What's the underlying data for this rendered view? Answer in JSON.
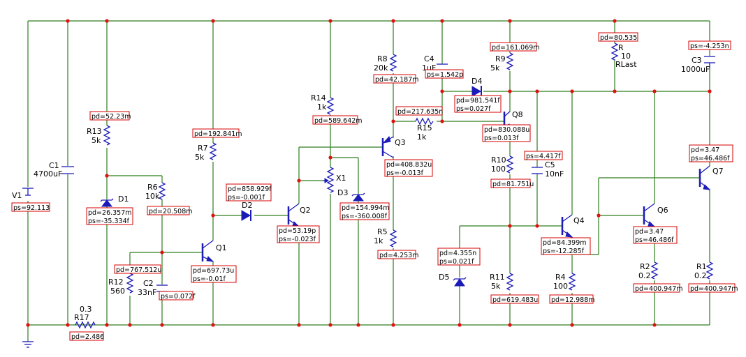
{
  "title": "",
  "colors": {
    "wire": "#2e7d1e",
    "device": "#1b1bb8",
    "dot": "#e01010",
    "tagBorder": "#d40000"
  },
  "components": {
    "V1": {
      "name": "V1",
      "value": ""
    },
    "C1": {
      "name": "C1",
      "value": "4700uF"
    },
    "R17": {
      "name": "R17",
      "value": "0.3"
    },
    "R13": {
      "name": "R13",
      "value": "5k"
    },
    "D1": {
      "name": "D1",
      "value": ""
    },
    "R6": {
      "name": "R6",
      "value": "10k"
    },
    "R12": {
      "name": "R12",
      "value": "560"
    },
    "C2": {
      "name": "C2",
      "value": "33nF"
    },
    "R7": {
      "name": "R7",
      "value": "5k"
    },
    "Q1": {
      "name": "Q1",
      "value": ""
    },
    "D2": {
      "name": "D2",
      "value": ""
    },
    "Q2": {
      "name": "Q2",
      "value": ""
    },
    "R14": {
      "name": "R14",
      "value": "1k"
    },
    "X1": {
      "name": "X1",
      "value": ""
    },
    "D3": {
      "name": "D3",
      "value": ""
    },
    "R8": {
      "name": "R8",
      "value": "20k"
    },
    "Q3": {
      "name": "Q3",
      "value": ""
    },
    "R5": {
      "name": "R5",
      "value": "1k"
    },
    "C4": {
      "name": "C4",
      "value": "1uF"
    },
    "R15": {
      "name": "R15",
      "value": "1k"
    },
    "D4": {
      "name": "D4",
      "value": ""
    },
    "R9": {
      "name": "R9",
      "value": "5k"
    },
    "Q8": {
      "name": "Q8",
      "value": ""
    },
    "R10": {
      "name": "R10",
      "value": "100"
    },
    "C5": {
      "name": "C5",
      "value": "10nF"
    },
    "D5": {
      "name": "D5",
      "value": ""
    },
    "R11": {
      "name": "R11",
      "value": "5k"
    },
    "Q4": {
      "name": "Q4",
      "value": ""
    },
    "R4": {
      "name": "R4",
      "value": "100"
    },
    "R": {
      "name": "R",
      "value": "10",
      "extra": "RLast"
    },
    "Q6": {
      "name": "Q6",
      "value": ""
    },
    "R2": {
      "name": "R2",
      "value": "0.2"
    },
    "C3": {
      "name": "C3",
      "value": "1000uF"
    },
    "Q7": {
      "name": "Q7",
      "value": ""
    },
    "R1": {
      "name": "R1",
      "value": "0.2"
    }
  },
  "tags": [
    {
      "id": "v1_ps",
      "lines": [
        "ps=92.113"
      ]
    },
    {
      "id": "r17_pd",
      "lines": [
        "pd=2.486"
      ]
    },
    {
      "id": "r13_pd",
      "lines": [
        "pd=52.23m"
      ]
    },
    {
      "id": "d1_pd",
      "lines": [
        "pd=26.357m",
        "ps=-35.334f"
      ]
    },
    {
      "id": "r6_pd",
      "lines": [
        "pd=20.508m"
      ]
    },
    {
      "id": "r12_pd",
      "lines": [
        "pd=767.512u"
      ]
    },
    {
      "id": "c2_ps",
      "lines": [
        "ps=0.072f"
      ]
    },
    {
      "id": "r7_pd",
      "lines": [
        "pd=192.841m"
      ]
    },
    {
      "id": "q1_pd",
      "lines": [
        "pd=697.73u",
        "ps=-0.01f"
      ]
    },
    {
      "id": "d2_pd",
      "lines": [
        "pd=858.929f",
        "ps=-0.001f"
      ]
    },
    {
      "id": "q2_pd",
      "lines": [
        "pd=53.19p",
        "ps=-0.023f"
      ]
    },
    {
      "id": "r14_pd",
      "lines": [
        "pd=589.642m"
      ]
    },
    {
      "id": "d3_pd",
      "lines": [
        "pd=154.994m",
        "ps=-360.008f"
      ]
    },
    {
      "id": "r8_pd",
      "lines": [
        "pd=42.187m"
      ]
    },
    {
      "id": "q3_pd",
      "lines": [
        "pd=408.832u",
        "ps=-0.013f"
      ]
    },
    {
      "id": "r5_pd",
      "lines": [
        "pd=4.253m"
      ]
    },
    {
      "id": "c4_ps",
      "lines": [
        "ps=1.542p"
      ]
    },
    {
      "id": "r15_pd",
      "lines": [
        "pd=217.635n"
      ]
    },
    {
      "id": "d4_pd",
      "lines": [
        "pd=981.541f",
        "ps=0.027f"
      ]
    },
    {
      "id": "r9_pd",
      "lines": [
        "pd=161.069m"
      ]
    },
    {
      "id": "q8_pd",
      "lines": [
        "pd=830.088u",
        "ps=0.013f"
      ]
    },
    {
      "id": "c5_ps",
      "lines": [
        "ps=4.417f"
      ]
    },
    {
      "id": "r10_pd",
      "lines": [
        "pd=81.751u"
      ]
    },
    {
      "id": "d5_pd",
      "lines": [
        "pd=4.355n",
        "ps=0.021f"
      ]
    },
    {
      "id": "r11_pd",
      "lines": [
        "pd=619.483u"
      ]
    },
    {
      "id": "q4_pd",
      "lines": [
        "pd=84.399m",
        "ps=-12.285f"
      ]
    },
    {
      "id": "r4_pd",
      "lines": [
        "pd=12.988m"
      ]
    },
    {
      "id": "r_pd",
      "lines": [
        "pd=80.535"
      ]
    },
    {
      "id": "q6_pd",
      "lines": [
        "pd=3.47",
        "ps=46.486f"
      ]
    },
    {
      "id": "r2_pd",
      "lines": [
        "pd=400.947m"
      ]
    },
    {
      "id": "c3_ps",
      "lines": [
        "ps=-4.253n"
      ]
    },
    {
      "id": "q7_pd",
      "lines": [
        "pd=3.47",
        "ps=46.486f"
      ]
    },
    {
      "id": "r1_pd",
      "lines": [
        "pd=400.947m"
      ]
    }
  ]
}
